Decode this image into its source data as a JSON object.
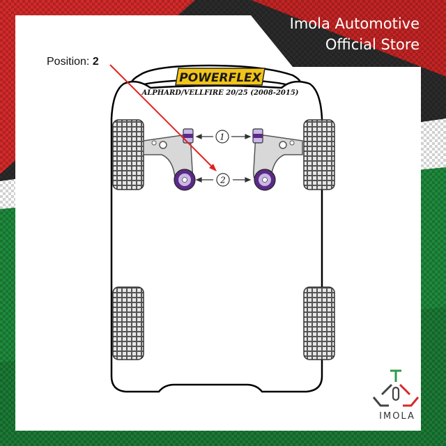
{
  "header": {
    "store_line_1": "Imola Automotive",
    "store_line_2": "Official Store"
  },
  "diagram": {
    "position_prefix": "Position: ",
    "position_value": "2",
    "brand_logo": "POWERFLEX",
    "model": "ALPHARD/VELLFIRE 20/25 (2008-2015)",
    "callouts": [
      "1",
      "2"
    ]
  },
  "footer": {
    "brand": "IMOLA"
  },
  "colors": {
    "red": "#d42a2a",
    "green": "#1e8a3c",
    "dark": "#2b2b2b",
    "bush_purple": "#5b2a86",
    "bush_lilac": "#c9b7e6",
    "arrow_red": "#e02020",
    "logo_yellow": "#f2c418"
  }
}
